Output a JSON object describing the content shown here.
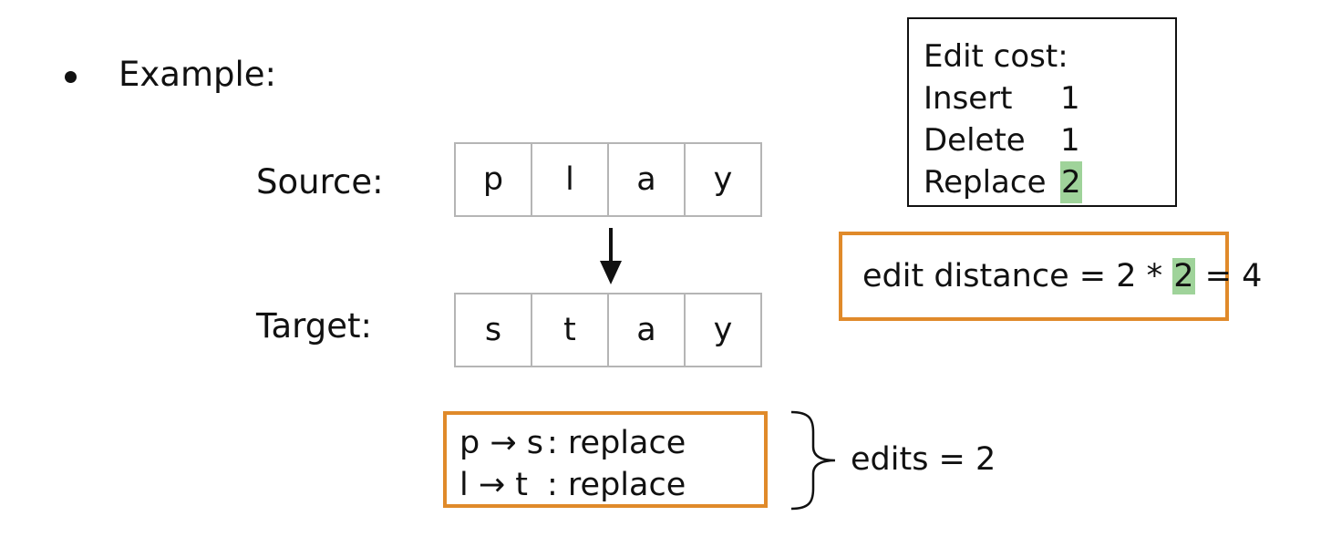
{
  "example": {
    "label": "Example:"
  },
  "source": {
    "label": "Source:",
    "letters": [
      "p",
      "l",
      "a",
      "y"
    ]
  },
  "target": {
    "label": "Target:",
    "letters": [
      "s",
      "t",
      "a",
      "y"
    ]
  },
  "cost_box": {
    "title": "Edit cost:",
    "rows": [
      {
        "name": "Insert",
        "value": "1"
      },
      {
        "name": "Delete",
        "value": "1"
      },
      {
        "name": "Replace",
        "value": "2"
      }
    ],
    "highlight_color": "#9fd39a"
  },
  "distance": {
    "prefix": "edit distance = 2 * ",
    "highlight": "2",
    "suffix": " = 4"
  },
  "edits": {
    "lines": [
      {
        "left": "p → s",
        "right": ": replace"
      },
      {
        "left": "l → t",
        "right": ": replace"
      }
    ],
    "summary": "edits = 2"
  },
  "colors": {
    "orange_border": "#e08a2a",
    "cell_border": "#b5b5b5",
    "text": "#111111"
  },
  "icons": {
    "bullet": "bullet-icon",
    "down_arrow": "down-arrow-icon",
    "brace": "right-brace-icon"
  }
}
